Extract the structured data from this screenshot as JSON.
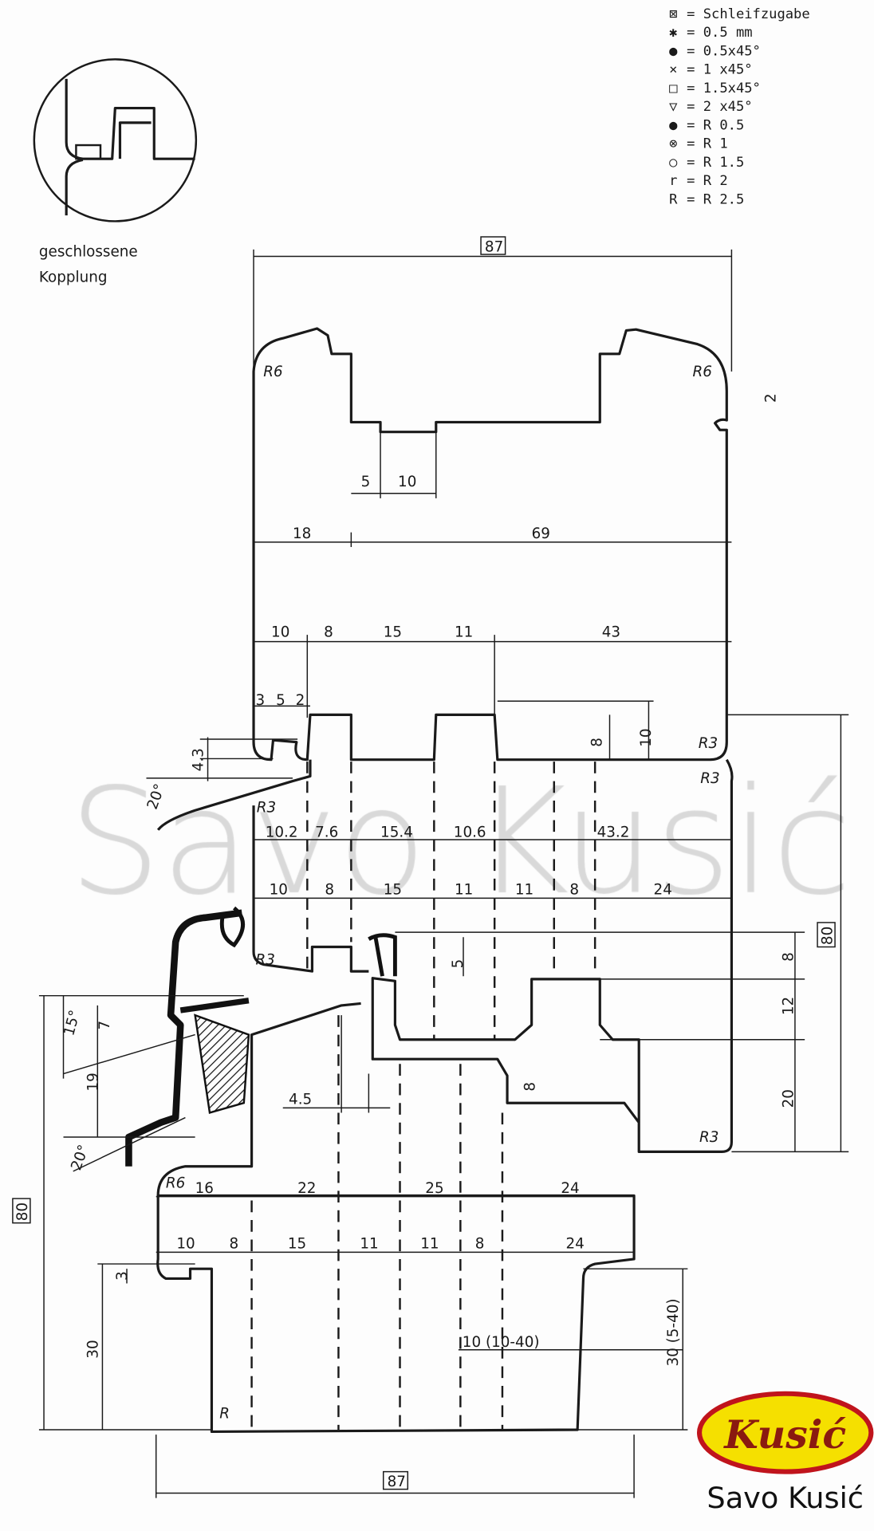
{
  "legend": [
    {
      "symbol": "⊠",
      "text": "= Schleifzugabe"
    },
    {
      "symbol": "✱",
      "text": "= 0.5 mm"
    },
    {
      "symbol": "●",
      "text": "= 0.5x45°"
    },
    {
      "symbol": "×",
      "text": "= 1   x45°"
    },
    {
      "symbol": "□",
      "text": "= 1.5x45°"
    },
    {
      "symbol": "▽",
      "text": "= 2   x45°"
    },
    {
      "symbol": "●",
      "text": "= R 0.5"
    },
    {
      "symbol": "⊗",
      "text": "= R 1"
    },
    {
      "symbol": "○",
      "text": "= R 1.5"
    },
    {
      "symbol": "r",
      "text": "= R 2"
    },
    {
      "symbol": "R",
      "text": "= R 2.5"
    }
  ],
  "detail": {
    "line1": "geschlossene",
    "line2": "Kopplung"
  },
  "dims": {
    "top_width": "87",
    "bottom_width": "87",
    "height_right": "80",
    "height_left": "80",
    "d2": "2",
    "d5": "5",
    "d10": "10",
    "d18": "18",
    "d69": "69",
    "row1": [
      "10",
      "8",
      "15",
      "11",
      "43"
    ],
    "row_small": [
      "3",
      "5",
      "2"
    ],
    "d43": "4.3",
    "ang20a": "20°",
    "v8": "8",
    "v10": "10",
    "row2": [
      "10.2",
      "7.6",
      "15.4",
      "10.6",
      "43.2"
    ],
    "row3": [
      "10",
      "8",
      "15",
      "11",
      "11",
      "8",
      "24"
    ],
    "v5": "5",
    "r8": "8",
    "r12": "12",
    "r20": "20",
    "ang15": "15°",
    "v7": "7",
    "v19": "19",
    "ang20b": "20°",
    "d45": "4.5",
    "v8b": "8",
    "row4": [
      "16",
      "22",
      "25",
      "24"
    ],
    "row5": [
      "10",
      "8",
      "15",
      "11",
      "11",
      "8",
      "24"
    ],
    "v3": "3",
    "v30": "30",
    "range1": "10 (10-40)",
    "range2": "30 (5-40)"
  },
  "radii": {
    "r6": "R6",
    "r3": "R3",
    "r": "R"
  },
  "watermark": "Savo Kusić",
  "logo": {
    "emblem": "Kusić",
    "name": "Savo Kusić",
    "fill": "#f5e000",
    "rim": "#c0141c",
    "text_color": "#8a1a10"
  }
}
